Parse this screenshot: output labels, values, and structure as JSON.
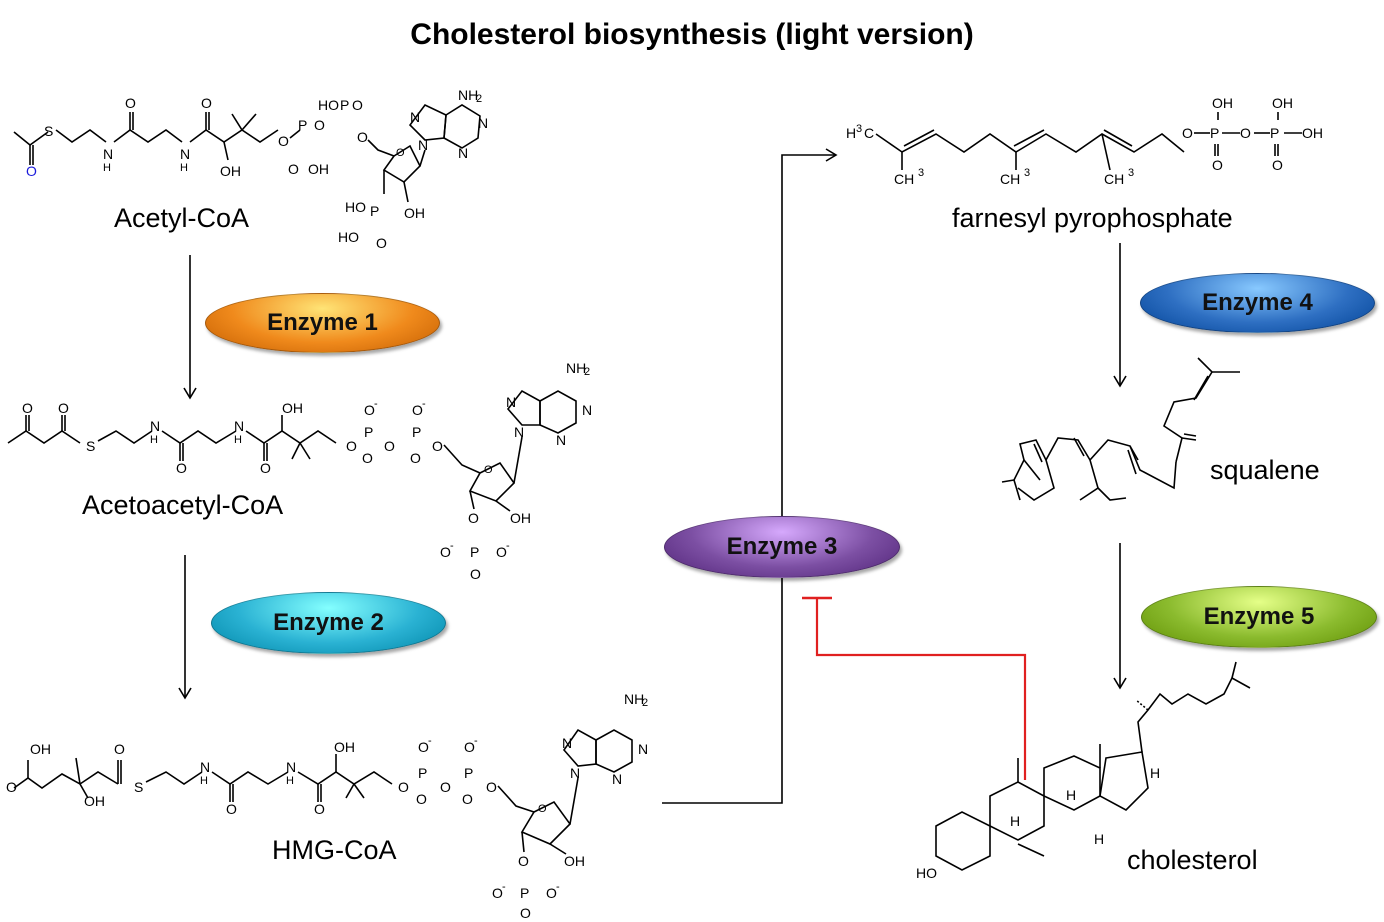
{
  "title": "Cholesterol biosynthesis (light version)",
  "molecules": {
    "acetyl_coa": "Acetyl-CoA",
    "acetoacetyl_coa": "Acetoacetyl-CoA",
    "hmg_coa": "HMG-CoA",
    "farnesyl_pp": "farnesyl pyrophosphate",
    "squalene": "squalene",
    "cholesterol": "cholesterol"
  },
  "enzymes": [
    {
      "label": "Enzyme 1",
      "color": "#f08a1c"
    },
    {
      "label": "Enzyme 2",
      "color": "#2ab2d3"
    },
    {
      "label": "Enzyme 3",
      "color": "#7c4fa3"
    },
    {
      "label": "Enzyme 4",
      "color": "#2e6fc2"
    },
    {
      "label": "Enzyme 5",
      "color": "#8bbb2e"
    }
  ],
  "inhibition_color": "#e02020",
  "atom_labels": {
    "s": "S",
    "o": "O",
    "n": "N",
    "h": "H",
    "p": "P",
    "oh": "OH",
    "ho": "HO",
    "nh2": "NH",
    "two": "2",
    "o_minus": "O",
    "minus": "-",
    "h3c_h": "H",
    "three": "3",
    "c": "C",
    "ch": "CH"
  }
}
